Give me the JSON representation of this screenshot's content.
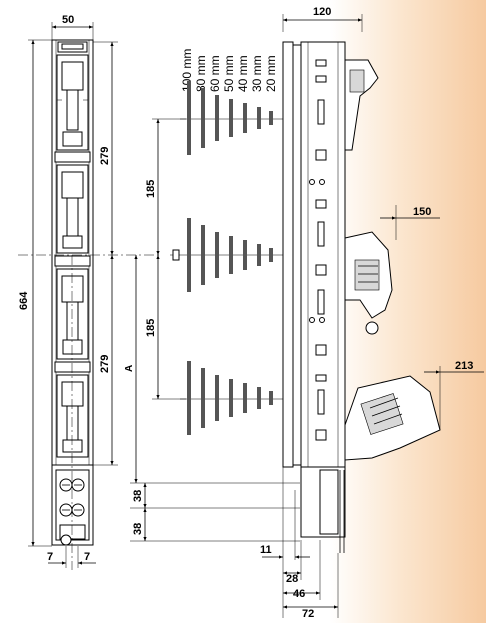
{
  "figure": {
    "dimensions": {
      "width_front": "50",
      "width_side": "120",
      "height_total": "664",
      "upper_section": "279",
      "lower_section": "279",
      "pitch_upper": "185",
      "pitch_lower": "185",
      "label_a": "A",
      "offset_38_a": "38",
      "offset_38_b": "38",
      "edge_left": "7",
      "edge_right": "7",
      "depth_11": "11",
      "depth_28": "28",
      "depth_46": "46",
      "depth_72": "72",
      "open_150": "150",
      "open_213": "213"
    },
    "busbar_scale": [
      "100 mm",
      "80 mm",
      "60 mm",
      "50 mm",
      "40 mm",
      "30 mm",
      "20 mm"
    ]
  }
}
